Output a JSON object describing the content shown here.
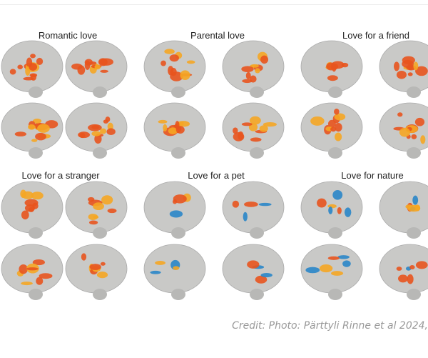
{
  "figure": {
    "panels": [
      {
        "label": "Romantic love"
      },
      {
        "label": "Parental love"
      },
      {
        "label": "Love for a friend"
      },
      {
        "label": "Love for a stranger"
      },
      {
        "label": "Love for a pet"
      },
      {
        "label": "Love for nature"
      }
    ],
    "colors": {
      "brain": "#c9c9c7",
      "activation": "#e8541e",
      "activation_hot": "#f5a623",
      "deactivation": "#2a86c8"
    }
  },
  "credit": "Credit: Photo: Pärttyli Rinne et al 2024,"
}
